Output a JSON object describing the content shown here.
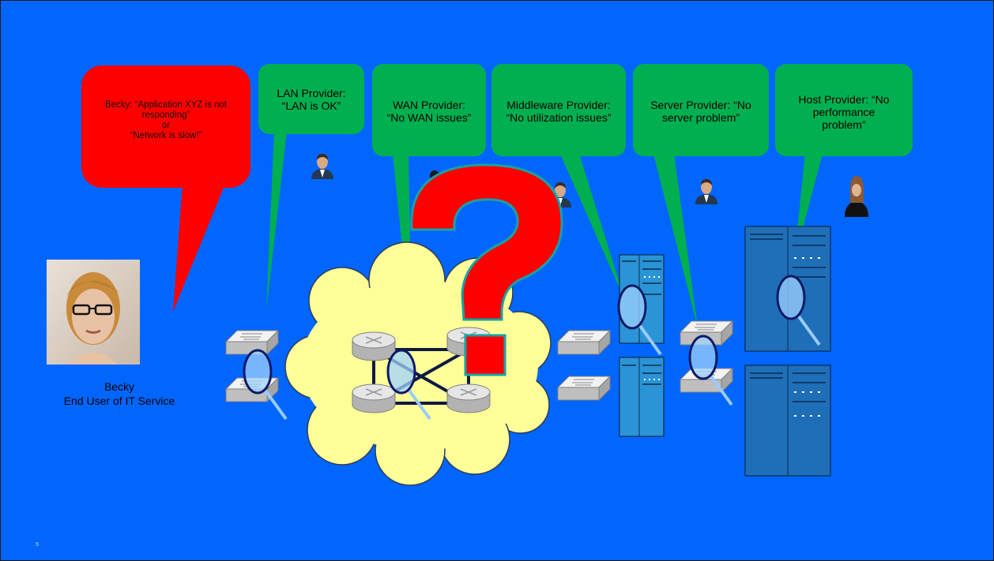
{
  "speech_bubbles": {
    "becky": "Becky: “Application XYZ is not responding”\nor\n“Network is slow!”",
    "lan": "LAN Provider:\n“LAN is OK”",
    "wan": "WAN Provider:\n“No WAN issues”",
    "middleware": "Middleware Provider:\n“No utilization issues”",
    "server": "Server Provider: “No\nserver problem”",
    "host": "Host Provider: “No\nperformance\nproblem”"
  },
  "user": {
    "name": "Becky",
    "role": "End User of IT Service"
  },
  "page_number": "5",
  "colors": {
    "background": "#0066ff",
    "user_bubble": "#ff0000",
    "provider_bubble": "#00b050",
    "cloud": "#ffff99",
    "question_mark": "#ff0000",
    "server": "#2b94d6",
    "host": "#1f6eb8",
    "magnifier_lens": "#9fd2ff"
  },
  "icons": [
    "user-photo",
    "person-icon",
    "switch-icon",
    "router-icon",
    "cloud-icon",
    "question-mark-icon",
    "server-rack-icon",
    "magnifier-icon"
  ]
}
